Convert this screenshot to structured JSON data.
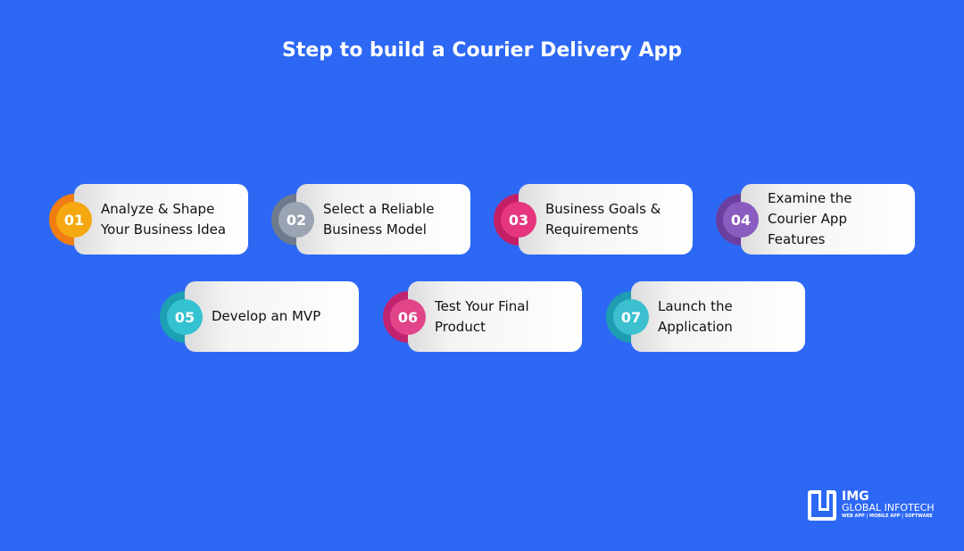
{
  "title": "Step to build a Courier Delivery App",
  "steps": [
    {
      "num": "01",
      "label": "Analyze & Shape Your Business Idea",
      "inner": "#f5a810",
      "outer": "#f07d12"
    },
    {
      "num": "02",
      "label": "Select a Reliable Business Model",
      "inner": "#9aa4b2",
      "outer": "#6f7b8c"
    },
    {
      "num": "03",
      "label": "Business Goals & Requirements",
      "inner": "#e6367f",
      "outer": "#c41f66"
    },
    {
      "num": "04",
      "label": "Examine the Courier App Features",
      "inner": "#8a5cc0",
      "outer": "#6a3fa0"
    },
    {
      "num": "05",
      "label": "Develop an MVP",
      "inner": "#35c2d0",
      "outer": "#1d9fb4"
    },
    {
      "num": "06",
      "label": "Test Your Final Product",
      "inner": "#e2448a",
      "outer": "#c02470"
    },
    {
      "num": "07",
      "label": "Launch the Application",
      "inner": "#3cc0d0",
      "outer": "#1e9cb2"
    }
  ],
  "logo": {
    "brand": "IMG",
    "name": "GLOBAL INFOTECH",
    "tagline": "WEB APP | MOBILE APP | SOFTWARE"
  }
}
